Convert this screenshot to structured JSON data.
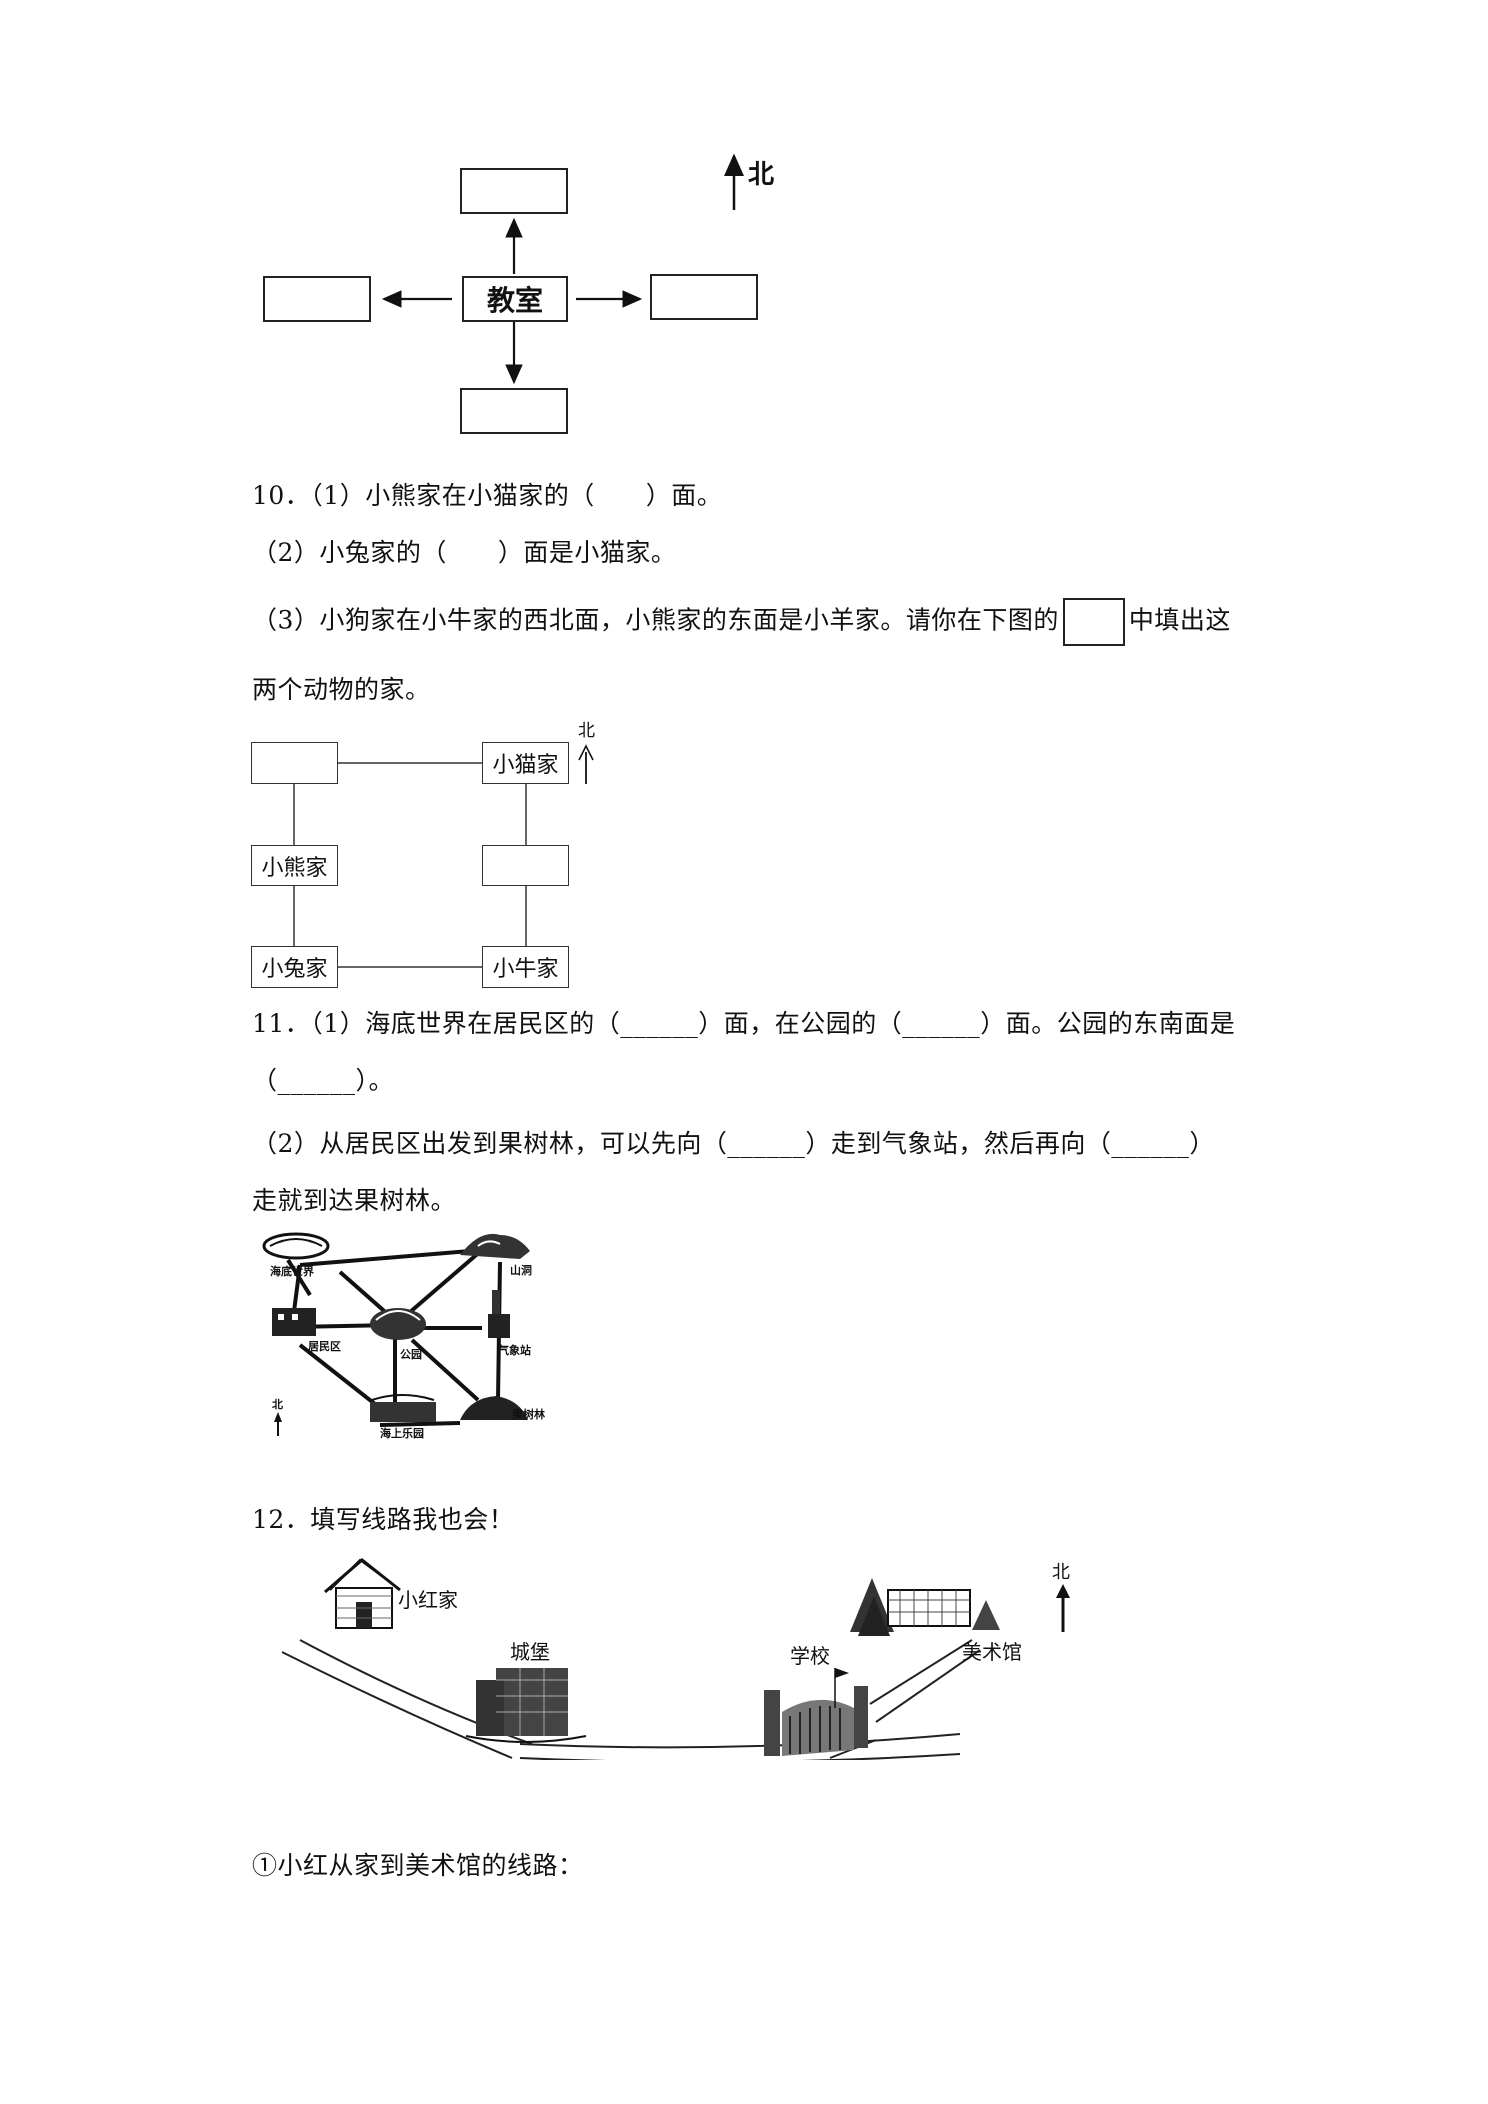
{
  "fig1": {
    "center_label": "教室",
    "north_label": "北"
  },
  "q10": {
    "line1": "10．（1）小熊家在小猫家的（　　）面。",
    "line2": "（2）小兔家的（　　）面是小猫家。",
    "line3a": "（3）小狗家在小牛家的西北面，小熊家的东面是小羊家。请你在下图的",
    "line3b": "中填出这",
    "line4": "两个动物的家。"
  },
  "fig2": {
    "north_label": "北",
    "boxes": {
      "top_left": "",
      "top_right": "小猫家",
      "mid_left": "小熊家",
      "mid_right": "",
      "bottom_left": "小兔家",
      "bottom_right": "小牛家"
    }
  },
  "q11": {
    "line1": "11．（1）海底世界在居民区的（______）面，在公园的（______）面。公园的东南面是",
    "line2": "（______）。",
    "line3": "（2）从居民区出发到果树林，可以先向（______）走到气象站，然后再向（______）",
    "line4": "走就到达果树林。"
  },
  "fig3": {
    "places": [
      "海底世界",
      "山洞",
      "居民区",
      "公园",
      "气象站",
      "海上乐园",
      "果树林"
    ],
    "north_label": "北"
  },
  "q12": {
    "title": "12．填写线路我也会！",
    "route_prompt": "①小红从家到美术馆的线路："
  },
  "fig4": {
    "labels": [
      "小红家",
      "城堡",
      "学校",
      "美术馆"
    ],
    "north_label": "北"
  }
}
